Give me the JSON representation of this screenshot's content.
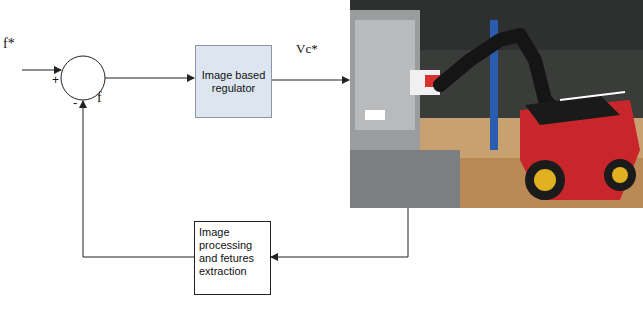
{
  "diagram": {
    "nodes": [
      {
        "text": [
          "Image based regulator"
        ]
      },
      {
        "text": [
          "Image processing and fetures extraction"
        ]
      }
    ],
    "labels": [
      "f*",
      "+",
      "-",
      "f",
      "Vc*"
    ]
  }
}
